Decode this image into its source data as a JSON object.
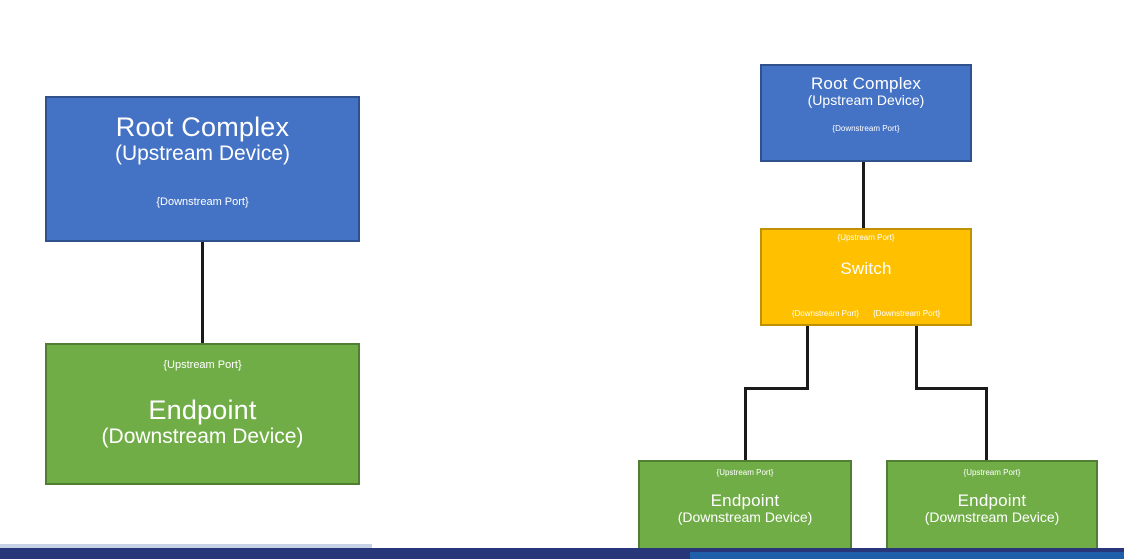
{
  "diagram": {
    "simple_topology": {
      "root_complex": {
        "title": "Root Complex",
        "subtitle": "(Upstream Device)",
        "downstream_port": "{Downstream Port}",
        "color": "#4472C4"
      },
      "endpoint": {
        "upstream_port": "{Upstream Port}",
        "title": "Endpoint",
        "subtitle": "(Downstream Device)",
        "color": "#70AD47"
      }
    },
    "switch_topology": {
      "root_complex": {
        "title": "Root Complex",
        "subtitle": "(Upstream Device)",
        "downstream_port": "{Downstream Port}",
        "color": "#4472C4"
      },
      "switch": {
        "upstream_port": "{Upstream Port}",
        "title": "Switch",
        "downstream_port_left": "{Downstream Port}",
        "downstream_port_right": "{Downstream Port}",
        "color": "#FFC000"
      },
      "endpoint_left": {
        "upstream_port": "{Upstream Port}",
        "title": "Endpoint",
        "subtitle": "(Downstream Device)",
        "color": "#70AD47"
      },
      "endpoint_right": {
        "upstream_port": "{Upstream Port}",
        "title": "Endpoint",
        "subtitle": "(Downstream Device)",
        "color": "#70AD47"
      }
    },
    "link_color": "#1A1A1A"
  },
  "footer": {
    "navy_color": "#27377A",
    "blue_color": "#1F5FA9",
    "strip_color": "#C7D3E6"
  }
}
